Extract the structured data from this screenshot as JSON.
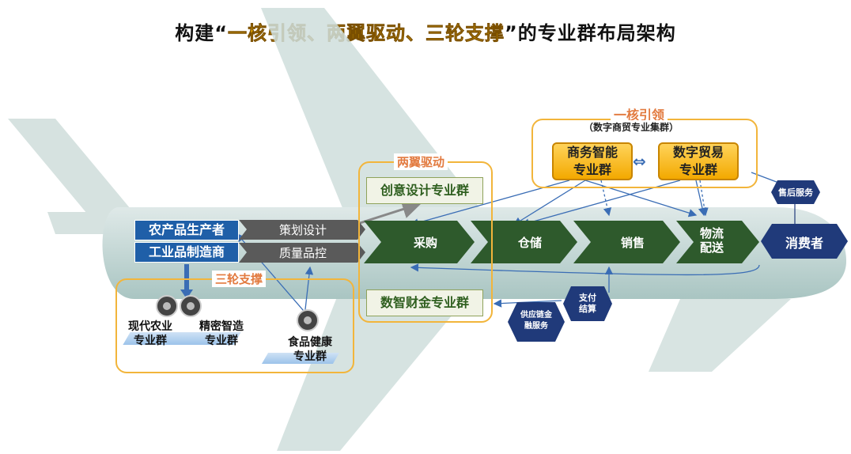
{
  "title": {
    "prefix": "构建“",
    "highlight": "一核引领、两翼驱动、三轮支撑",
    "suffix": "”的专业群布局架构"
  },
  "producers": [
    "农产品生产者",
    "工业品制造商"
  ],
  "design_steps": [
    "策划设计",
    "质量品控"
  ],
  "chain": [
    "采购",
    "仓储",
    "销售",
    "物流\n配送"
  ],
  "consumer": "消费者",
  "core": {
    "title": "一核引领",
    "subtitle": "（数字商贸专业集群）",
    "groups": [
      "商务智能\n专业群",
      "数字贸易\n专业群"
    ]
  },
  "wings": {
    "title": "两翼驱动",
    "top": "创意设计专业群",
    "bottom": "数智财金专业群"
  },
  "wheels": {
    "title": "三轮支撑",
    "groups": [
      "现代农业\n专业群",
      "精密智造\n专业群",
      "食品健康\n专业群"
    ]
  },
  "services": [
    "售后服务",
    "支付\n结算",
    "供应链金\n融服务"
  ],
  "colors": {
    "blue": "#1f5fa8",
    "green": "#2e5a2c",
    "gold": "#f3a900",
    "navy": "#203a7a",
    "orange": "#e27a3f"
  }
}
